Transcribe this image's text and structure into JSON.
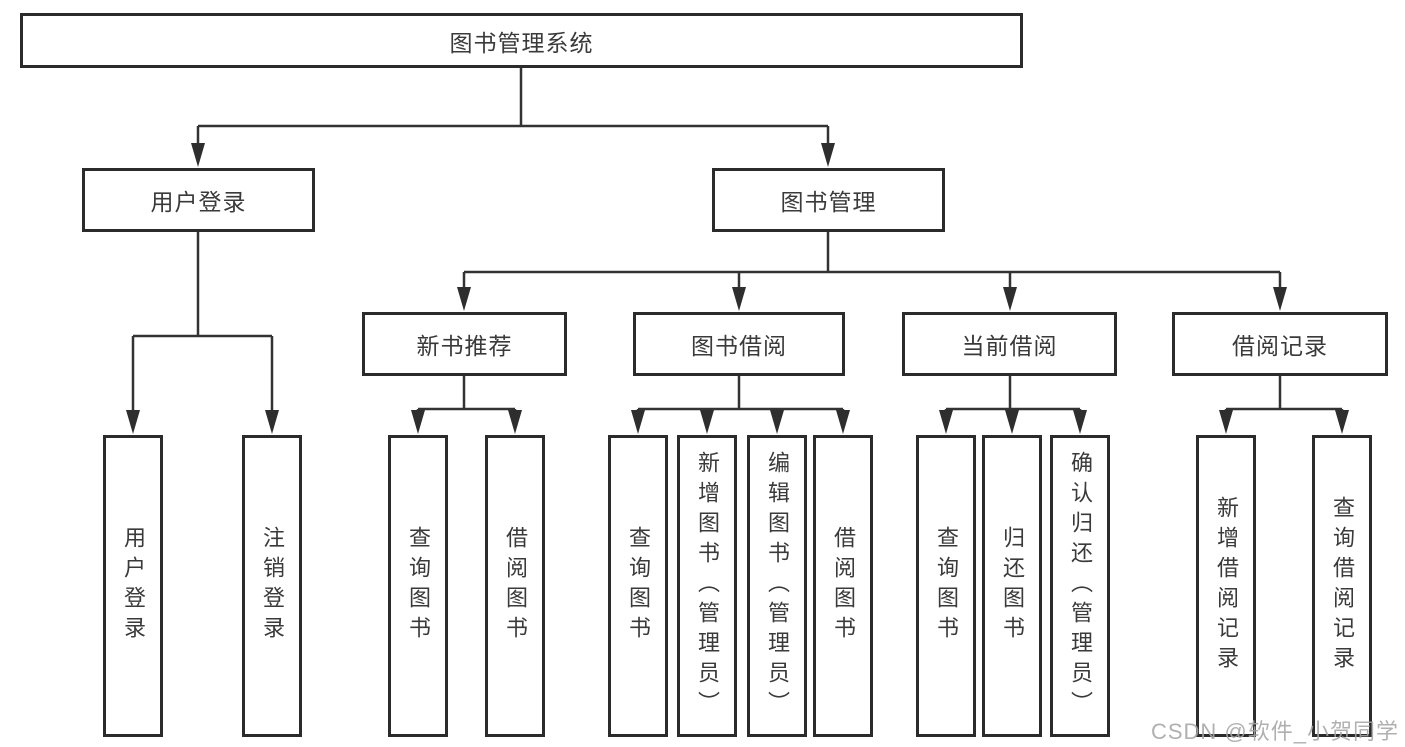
{
  "tree": {
    "root": {
      "label": "图书管理系统",
      "children": [
        {
          "label": "用户登录",
          "children": [
            {
              "label": "用户登录"
            },
            {
              "label": "注销登录"
            }
          ]
        },
        {
          "label": "图书管理",
          "children": [
            {
              "label": "新书推荐",
              "children": [
                {
                  "label": "查询图书"
                },
                {
                  "label": "借阅图书"
                }
              ]
            },
            {
              "label": "图书借阅",
              "children": [
                {
                  "label": "查询图书"
                },
                {
                  "label": "新增图书（管理员）"
                },
                {
                  "label": "编辑图书（管理员）"
                },
                {
                  "label": "借阅图书"
                }
              ]
            },
            {
              "label": "当前借阅",
              "children": [
                {
                  "label": "查询图书"
                },
                {
                  "label": "归还图书"
                },
                {
                  "label": "确认归还（管理员）"
                }
              ]
            },
            {
              "label": "借阅记录",
              "children": [
                {
                  "label": "新增借阅记录"
                },
                {
                  "label": "查询借阅记录"
                }
              ]
            }
          ]
        }
      ]
    }
  },
  "watermark": {
    "text": "CSDN @软件_小贺同学"
  },
  "colors": {
    "box_border": "#2b2b2b",
    "connector_line": "#333333",
    "text": "#3a3a3a",
    "watermark": "#a5a5a5",
    "background": "#ffffff"
  }
}
